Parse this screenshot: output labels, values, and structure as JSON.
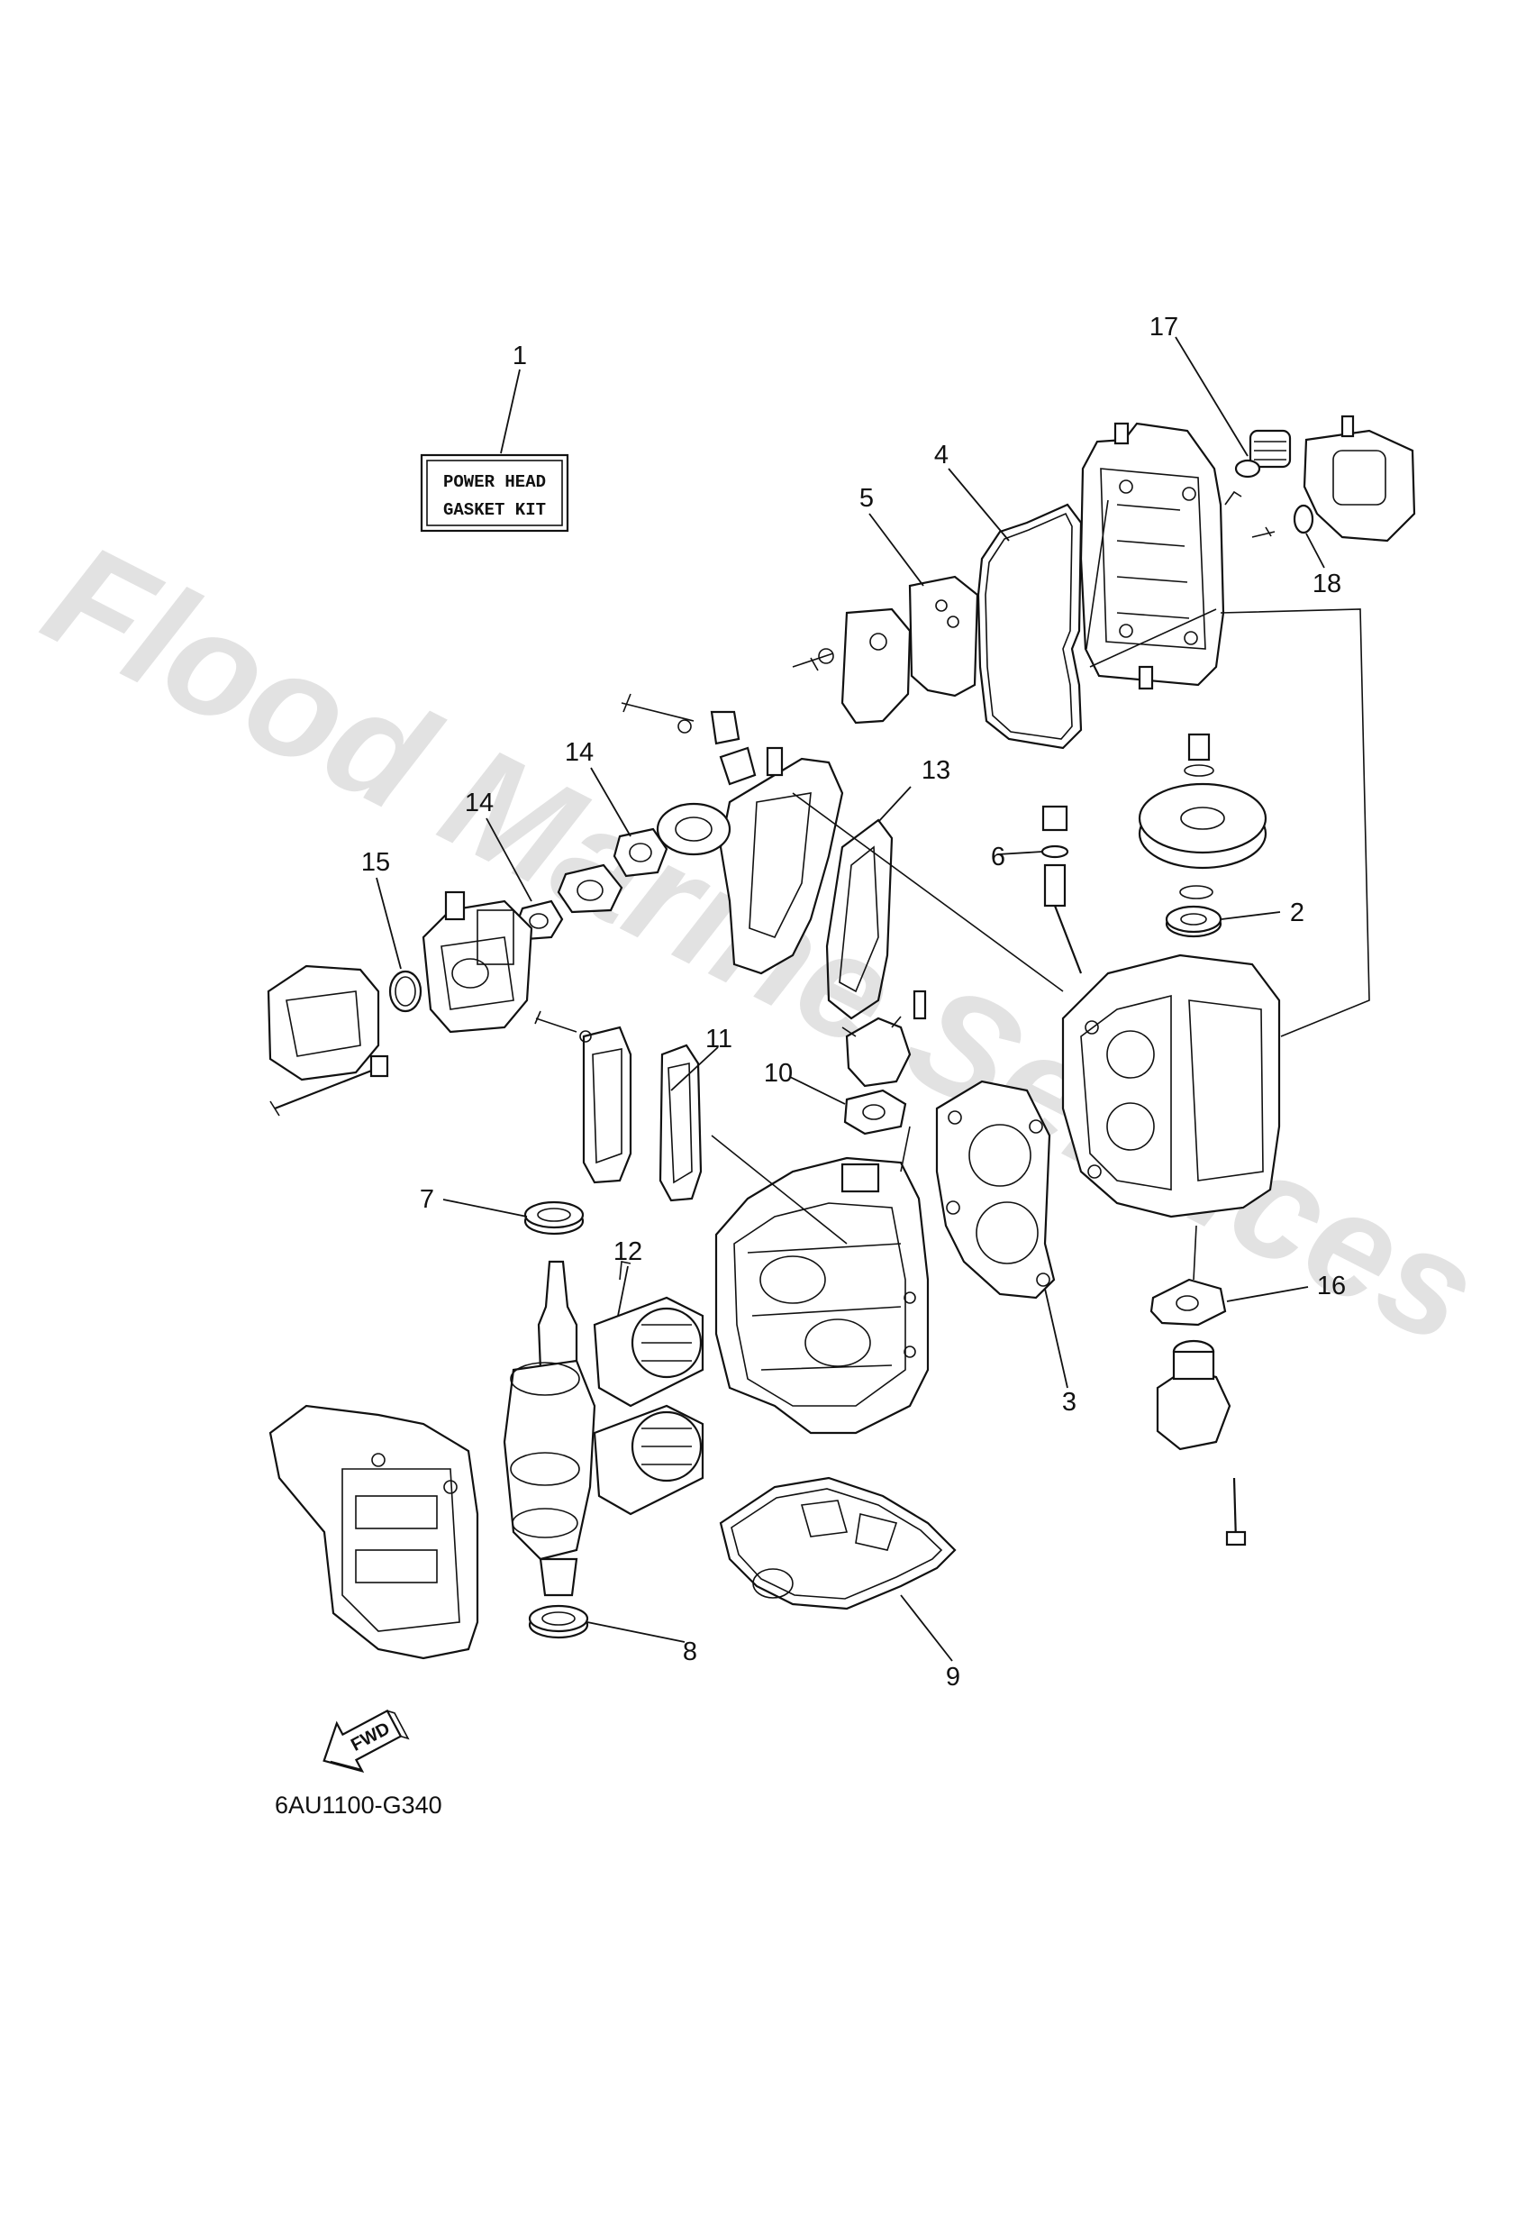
{
  "watermark": "Flood Marine Services",
  "kit_label": {
    "line1": "POWER HEAD",
    "line2": "GASKET KIT"
  },
  "fwd_label": "FWD",
  "drawing_code": "6AU1100-G340",
  "callouts": {
    "c1": "1",
    "c2": "2",
    "c3": "3",
    "c4": "4",
    "c5": "5",
    "c6": "6",
    "c7": "7",
    "c8": "8",
    "c9": "9",
    "c10": "10",
    "c11": "11",
    "c12": "12",
    "c13": "13",
    "c14a": "14",
    "c14b": "14",
    "c15": "15",
    "c16": "16",
    "c17": "17",
    "c18": "18"
  }
}
